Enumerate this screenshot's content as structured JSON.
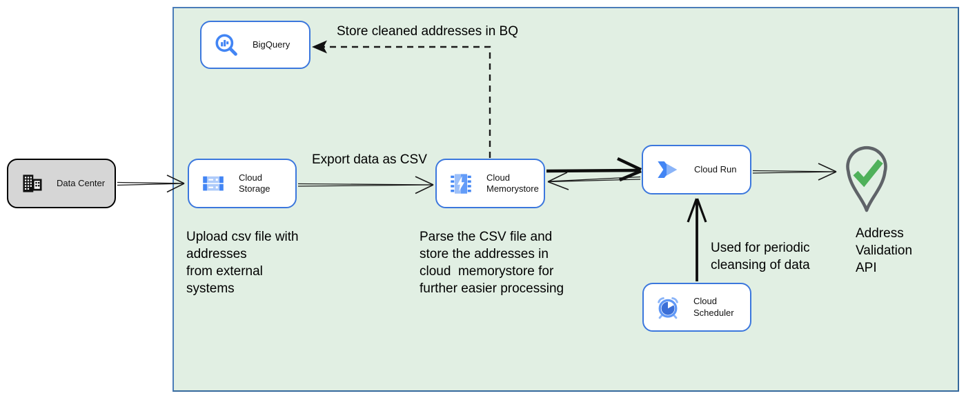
{
  "diagram": {
    "nodes": {
      "data_center": {
        "label": "Data Center",
        "icon": "building-icon"
      },
      "bigquery": {
        "label": "BigQuery",
        "icon": "bigquery-icon"
      },
      "cloud_storage": {
        "label": "Cloud Storage",
        "icon": "cloud-storage-icon"
      },
      "cloud_memorystore": {
        "label": "Cloud Memorystore",
        "icon": "memorystore-icon"
      },
      "cloud_run": {
        "label": "Cloud Run",
        "icon": "cloud-run-icon"
      },
      "cloud_scheduler": {
        "label": "Cloud Scheduler",
        "icon": "cloud-scheduler-icon"
      },
      "address_validation": {
        "label": "Address Validation\nAPI",
        "icon": "map-pin-check-icon"
      }
    },
    "annotations": {
      "store_bq": "Store cleaned addresses in BQ",
      "export_csv": "Export data as CSV",
      "upload_note": "Upload csv file with\naddresses\nfrom external\nsystems",
      "parse_note": "Parse the CSV file and\nstore the addresses in\ncloud  memorystore for\nfurther easier processing",
      "periodic_note": "Used for periodic\ncleansing of data"
    },
    "colors": {
      "container_fill": "#e1efe3",
      "container_border": "#4a7cb8",
      "node_border_blue": "#3b77dd",
      "icon_blue": "#4285f4",
      "icon_light_blue": "#aecbfa",
      "datacenter_fill": "#d6d6d6",
      "pin_gray": "#5f6368",
      "check_green": "#4fb15a",
      "arrow_black": "#1a1a1a"
    }
  }
}
